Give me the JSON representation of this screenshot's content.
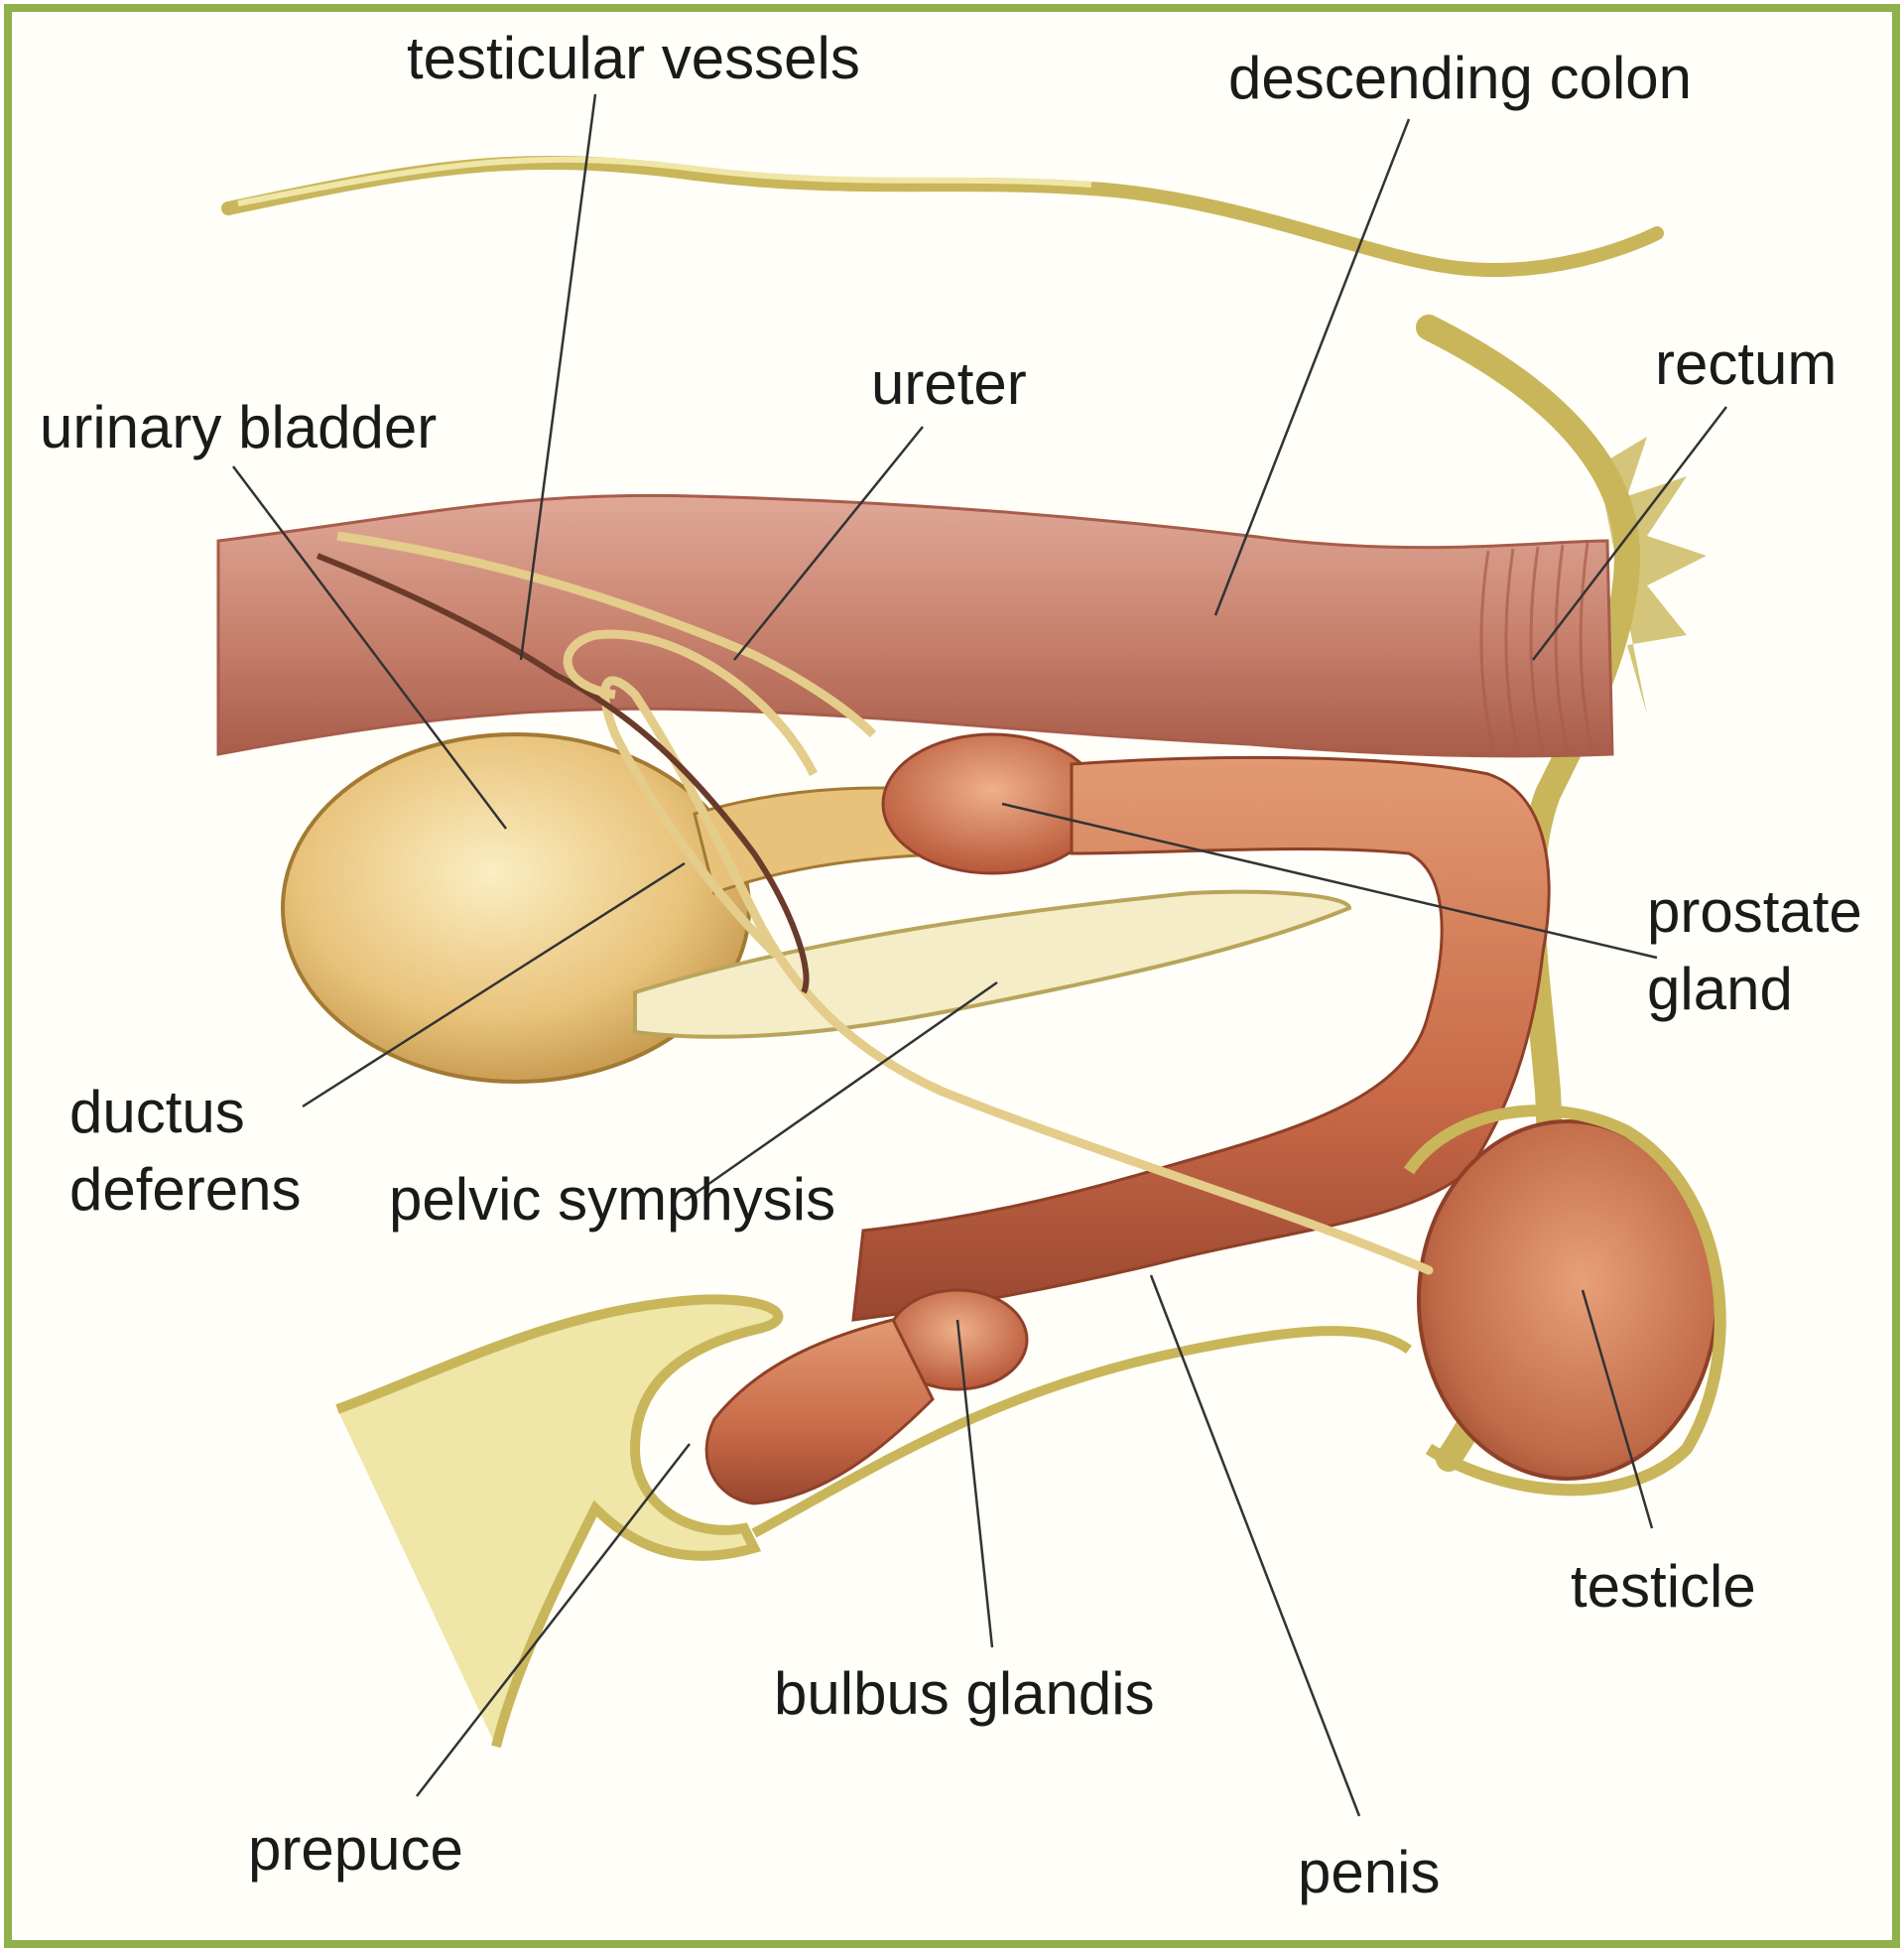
{
  "diagram": {
    "labels": {
      "testicular_vessels": "testicular vessels",
      "descending_colon": "descending colon",
      "rectum": "rectum",
      "ureter": "ureter",
      "urinary_bladder": "urinary bladder",
      "prostate_gland": "prostate\ngland",
      "ductus_deferens": "ductus\ndeferens",
      "pelvic_symphysis": "pelvic symphysis",
      "testicle": "testicle",
      "bulbus_glandis": "bulbus glandis",
      "prepuce": "prepuce",
      "penis": "penis"
    },
    "colors": {
      "frame": "#8fb04a",
      "background": "#fffef8",
      "fur": "#c9b65a",
      "fur_light": "#efe6a8",
      "colon": "#c98470",
      "colon_dark": "#a85c4a",
      "penis": "#c86a48",
      "penis_dark": "#9a4630",
      "bladder": "#e8c27a",
      "bladder_light": "#fbeec2",
      "vessel": "#e4cc8a",
      "leader": "#333333"
    }
  }
}
